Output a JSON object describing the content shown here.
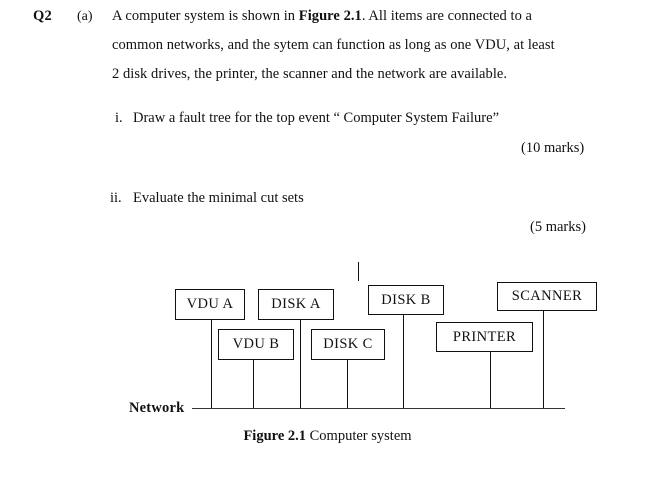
{
  "question": {
    "number": "Q2",
    "part": "(a)",
    "body_lines": [
      {
        "pre": "A computer system is shown in ",
        "bold": "Figure 2.1",
        "post": ".  All items are connected to a"
      },
      {
        "pre": "common networks, and the sytem can function as long as one VDU, at least",
        "bold": "",
        "post": ""
      },
      {
        "pre": "2 disk drives, the printer, the scanner and the network are available.",
        "bold": "",
        "post": ""
      }
    ],
    "sub_items": [
      {
        "numeral": "i.",
        "text": "Draw a fault tree for the top event “ Computer System Failure”",
        "marks": "(10 marks)"
      },
      {
        "numeral": "ii.",
        "text": "Evaluate the minimal cut sets",
        "marks": "(5 marks)"
      }
    ]
  },
  "figure": {
    "caption_bold": "Figure 2.1",
    "caption_rest": " Computer system",
    "network_label": "Network",
    "boxes": [
      {
        "id": "vdu-a",
        "label": "VDU A"
      },
      {
        "id": "disk-a",
        "label": "DISK A"
      },
      {
        "id": "disk-b",
        "label": "DISK B"
      },
      {
        "id": "scanner",
        "label": "SCANNER"
      },
      {
        "id": "vdu-b",
        "label": "VDU B"
      },
      {
        "id": "disk-c",
        "label": "DISK C"
      },
      {
        "id": "printer",
        "label": "PRINTER"
      }
    ]
  },
  "colors": {
    "ink": "#111111",
    "line": "#333333",
    "paper": "#ffffff"
  }
}
